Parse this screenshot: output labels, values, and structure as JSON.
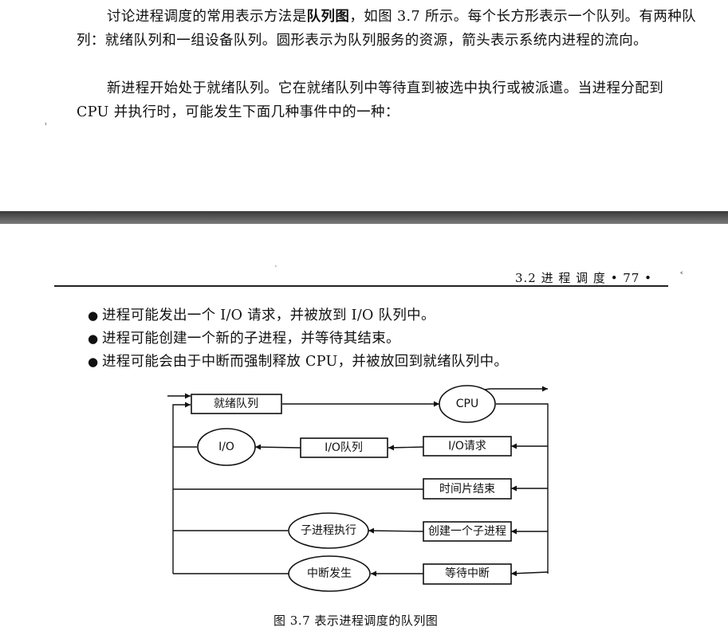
{
  "page_top": {
    "para1": {
      "before_bold": "讨论进程调度的常用表示方法是",
      "bold": "队列图",
      "after_bold": "，如图 3.7 所示。每个长方形表示一个队列。有两种队列：就绪队列和一组设备队列。圆形表示为队列服务的资源，箭头表示系统内进程的流向。"
    },
    "para2": "新进程开始处于就绪队列。它在就绪队列中等待直到被选中执行或被派遣。当进程分配到 CPU 并执行时，可能发生下面几种事件中的一种："
  },
  "page_bottom": {
    "running_head": "3.2  进 程 调 度  • 77 •",
    "bullets": [
      "进程可能发出一个 I/O 请求，并被放到 I/O 队列中。",
      "进程可能创建一个新的子进程，并等待其结束。",
      "进程可能会由于中断而强制释放 CPU，并被放回到就绪队列中。"
    ],
    "diagram": {
      "ready_queue": "就绪队列",
      "cpu": "CPU",
      "io": "I/O",
      "io_queue": "I/O队列",
      "io_request": "I/O请求",
      "time_slice_expired": "时间片结束",
      "child_executes": "子进程执行",
      "fork_child": "创建一个子进程",
      "interrupt_occurs": "中断发生",
      "wait_for_interrupt": "等待中断"
    },
    "caption": "图 3.7   表示进程调度的队列图"
  }
}
